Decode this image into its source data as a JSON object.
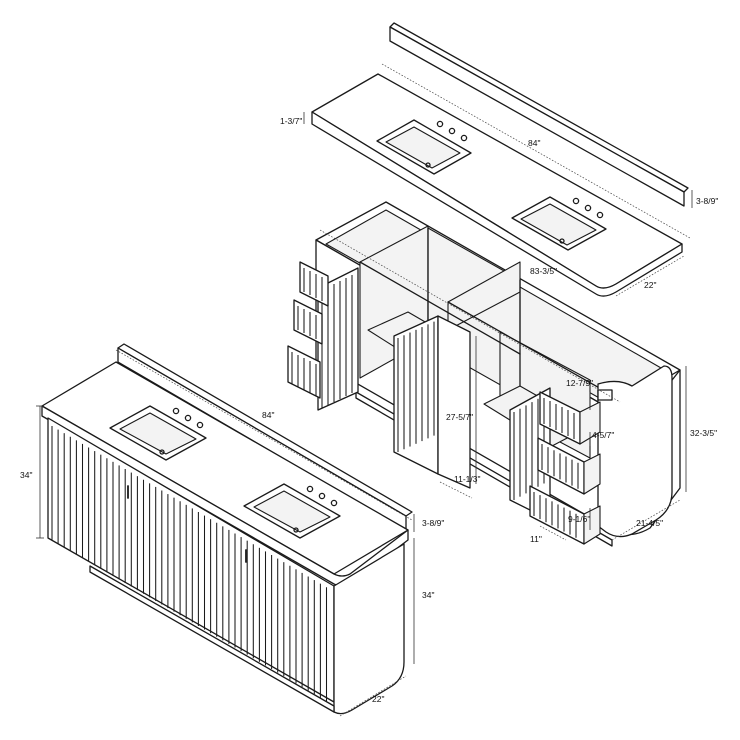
{
  "dimensions": {
    "assembled_width": "84\"",
    "assembled_height": "34\"",
    "assembled_backsplash": "3-8/9\"",
    "assembled_cabinet_height": "34\"",
    "assembled_depth": "22\"",
    "top_thickness": "1-3/7\"",
    "top_width": "84\"",
    "top_backsplash": "3-8/9\"",
    "top_depth": "22\"",
    "cabinet_width": "83-3/5\"",
    "cabinet_height": "32-3/5\"",
    "cabinet_depth": "21-4/5\"",
    "door_height": "27-5/7\"",
    "door_width": "11-1/3\"",
    "drawer_top_height": "12-7/9\"",
    "drawer_front_height": "4-5/7\"",
    "drawer_bottom_height": "9-1/6\"",
    "drawer_width": "11\""
  }
}
